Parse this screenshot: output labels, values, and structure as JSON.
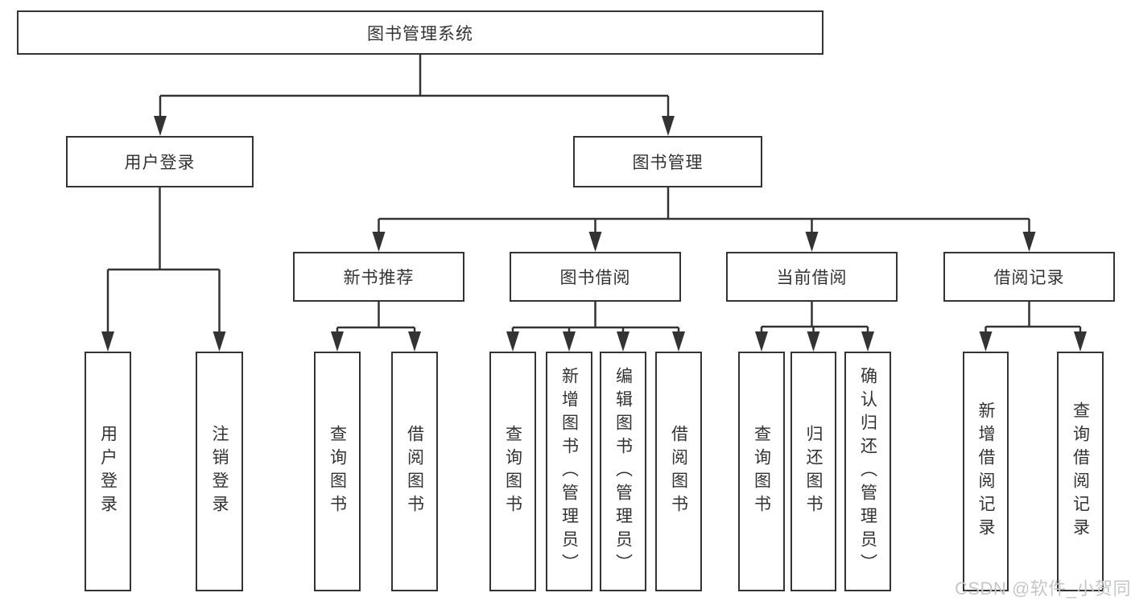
{
  "style": {
    "background": "#ffffff",
    "line_color": "#333333",
    "box_border_color": "#333333",
    "text_color": "#333333",
    "watermark_color": "#c4c7c8"
  },
  "nodes": {
    "root": {
      "label": "图书管理系统"
    },
    "user_login": {
      "label": "用户登录",
      "parent": "root"
    },
    "book_mgmt": {
      "label": "图书管理",
      "parent": "root"
    },
    "new_book_rec": {
      "label": "新书推荐",
      "parent": "book_mgmt"
    },
    "book_borrow": {
      "label": "图书借阅",
      "parent": "book_mgmt"
    },
    "current_borrow": {
      "label": "当前借阅",
      "parent": "book_mgmt"
    },
    "borrow_records": {
      "label": "借阅记录",
      "parent": "book_mgmt"
    },
    "login_leaf": {
      "label": "用户登录",
      "parent": "user_login"
    },
    "logout_leaf": {
      "label": "注销登录",
      "parent": "user_login"
    },
    "query_book_1": {
      "label": "查询图书",
      "parent": "new_book_rec"
    },
    "borrow_book_1": {
      "label": "借阅图书",
      "parent": "new_book_rec"
    },
    "query_book_2": {
      "label": "查询图书",
      "parent": "book_borrow"
    },
    "add_book": {
      "label": "新增图书（管理员）",
      "parent": "book_borrow"
    },
    "edit_book": {
      "label": "编辑图书（管理员）",
      "parent": "book_borrow"
    },
    "borrow_book_2": {
      "label": "借阅图书",
      "parent": "book_borrow"
    },
    "query_book_3": {
      "label": "查询图书",
      "parent": "current_borrow"
    },
    "return_book": {
      "label": "归还图书",
      "parent": "current_borrow"
    },
    "confirm_return": {
      "label": "确认归还（管理员）",
      "parent": "current_borrow"
    },
    "add_record": {
      "label": "新增借阅记录",
      "parent": "borrow_records"
    },
    "query_record": {
      "label": "查询借阅记录",
      "parent": "borrow_records"
    }
  },
  "watermark": {
    "text": "CSDN @软件_小贺同学"
  }
}
